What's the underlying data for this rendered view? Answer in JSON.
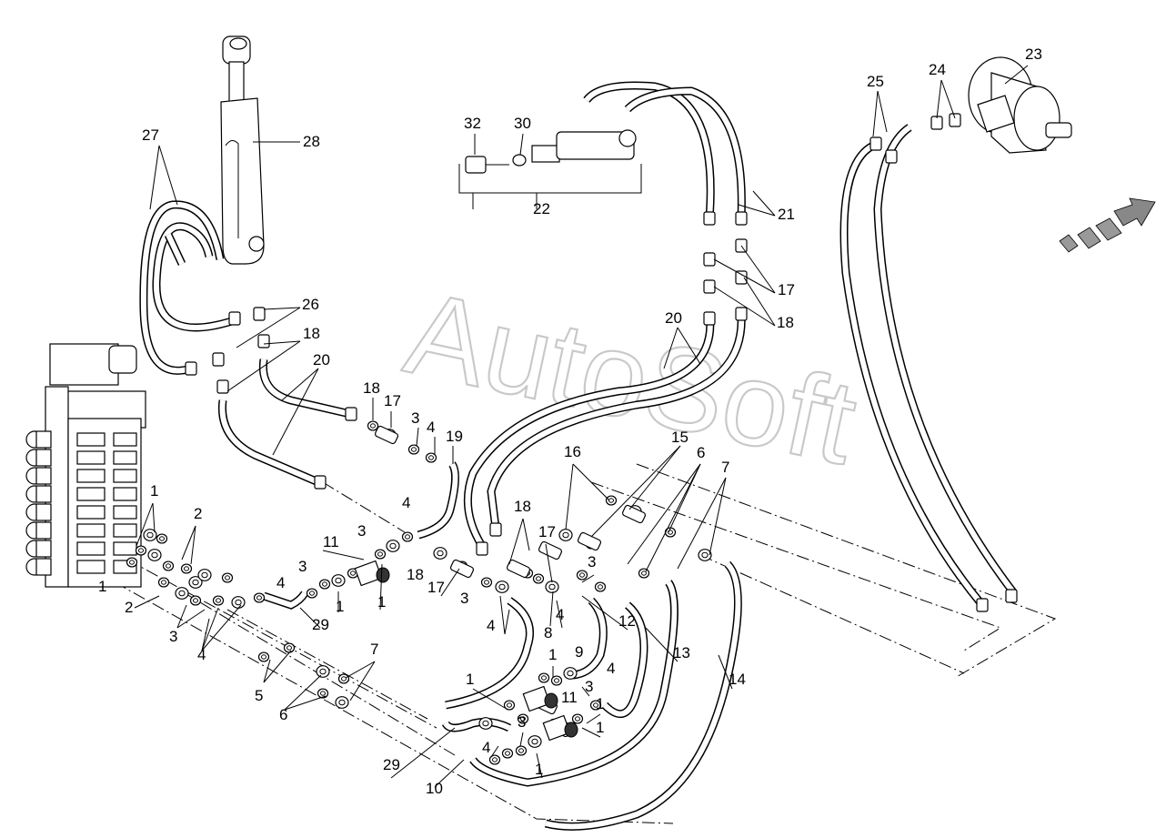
{
  "watermark": "AutoSoft",
  "callouts": [
    "1",
    "2",
    "3",
    "4",
    "5",
    "6",
    "7",
    "8",
    "9",
    "10",
    "11",
    "12",
    "13",
    "14",
    "15",
    "16",
    "17",
    "18",
    "19",
    "20",
    "21",
    "22",
    "23",
    "24",
    "25",
    "26",
    "27",
    "28",
    "29",
    "30",
    "32"
  ],
  "icons": {
    "direction_arrow": "forward-arrow-icon",
    "valve_block": "control-valve-icon",
    "cylinder": "hydraulic-cylinder-icon",
    "motor": "hydraulic-motor-icon"
  },
  "colors": {
    "line": "#000000",
    "watermark": "#c9c9c9",
    "arrow_fill": "#777777"
  }
}
